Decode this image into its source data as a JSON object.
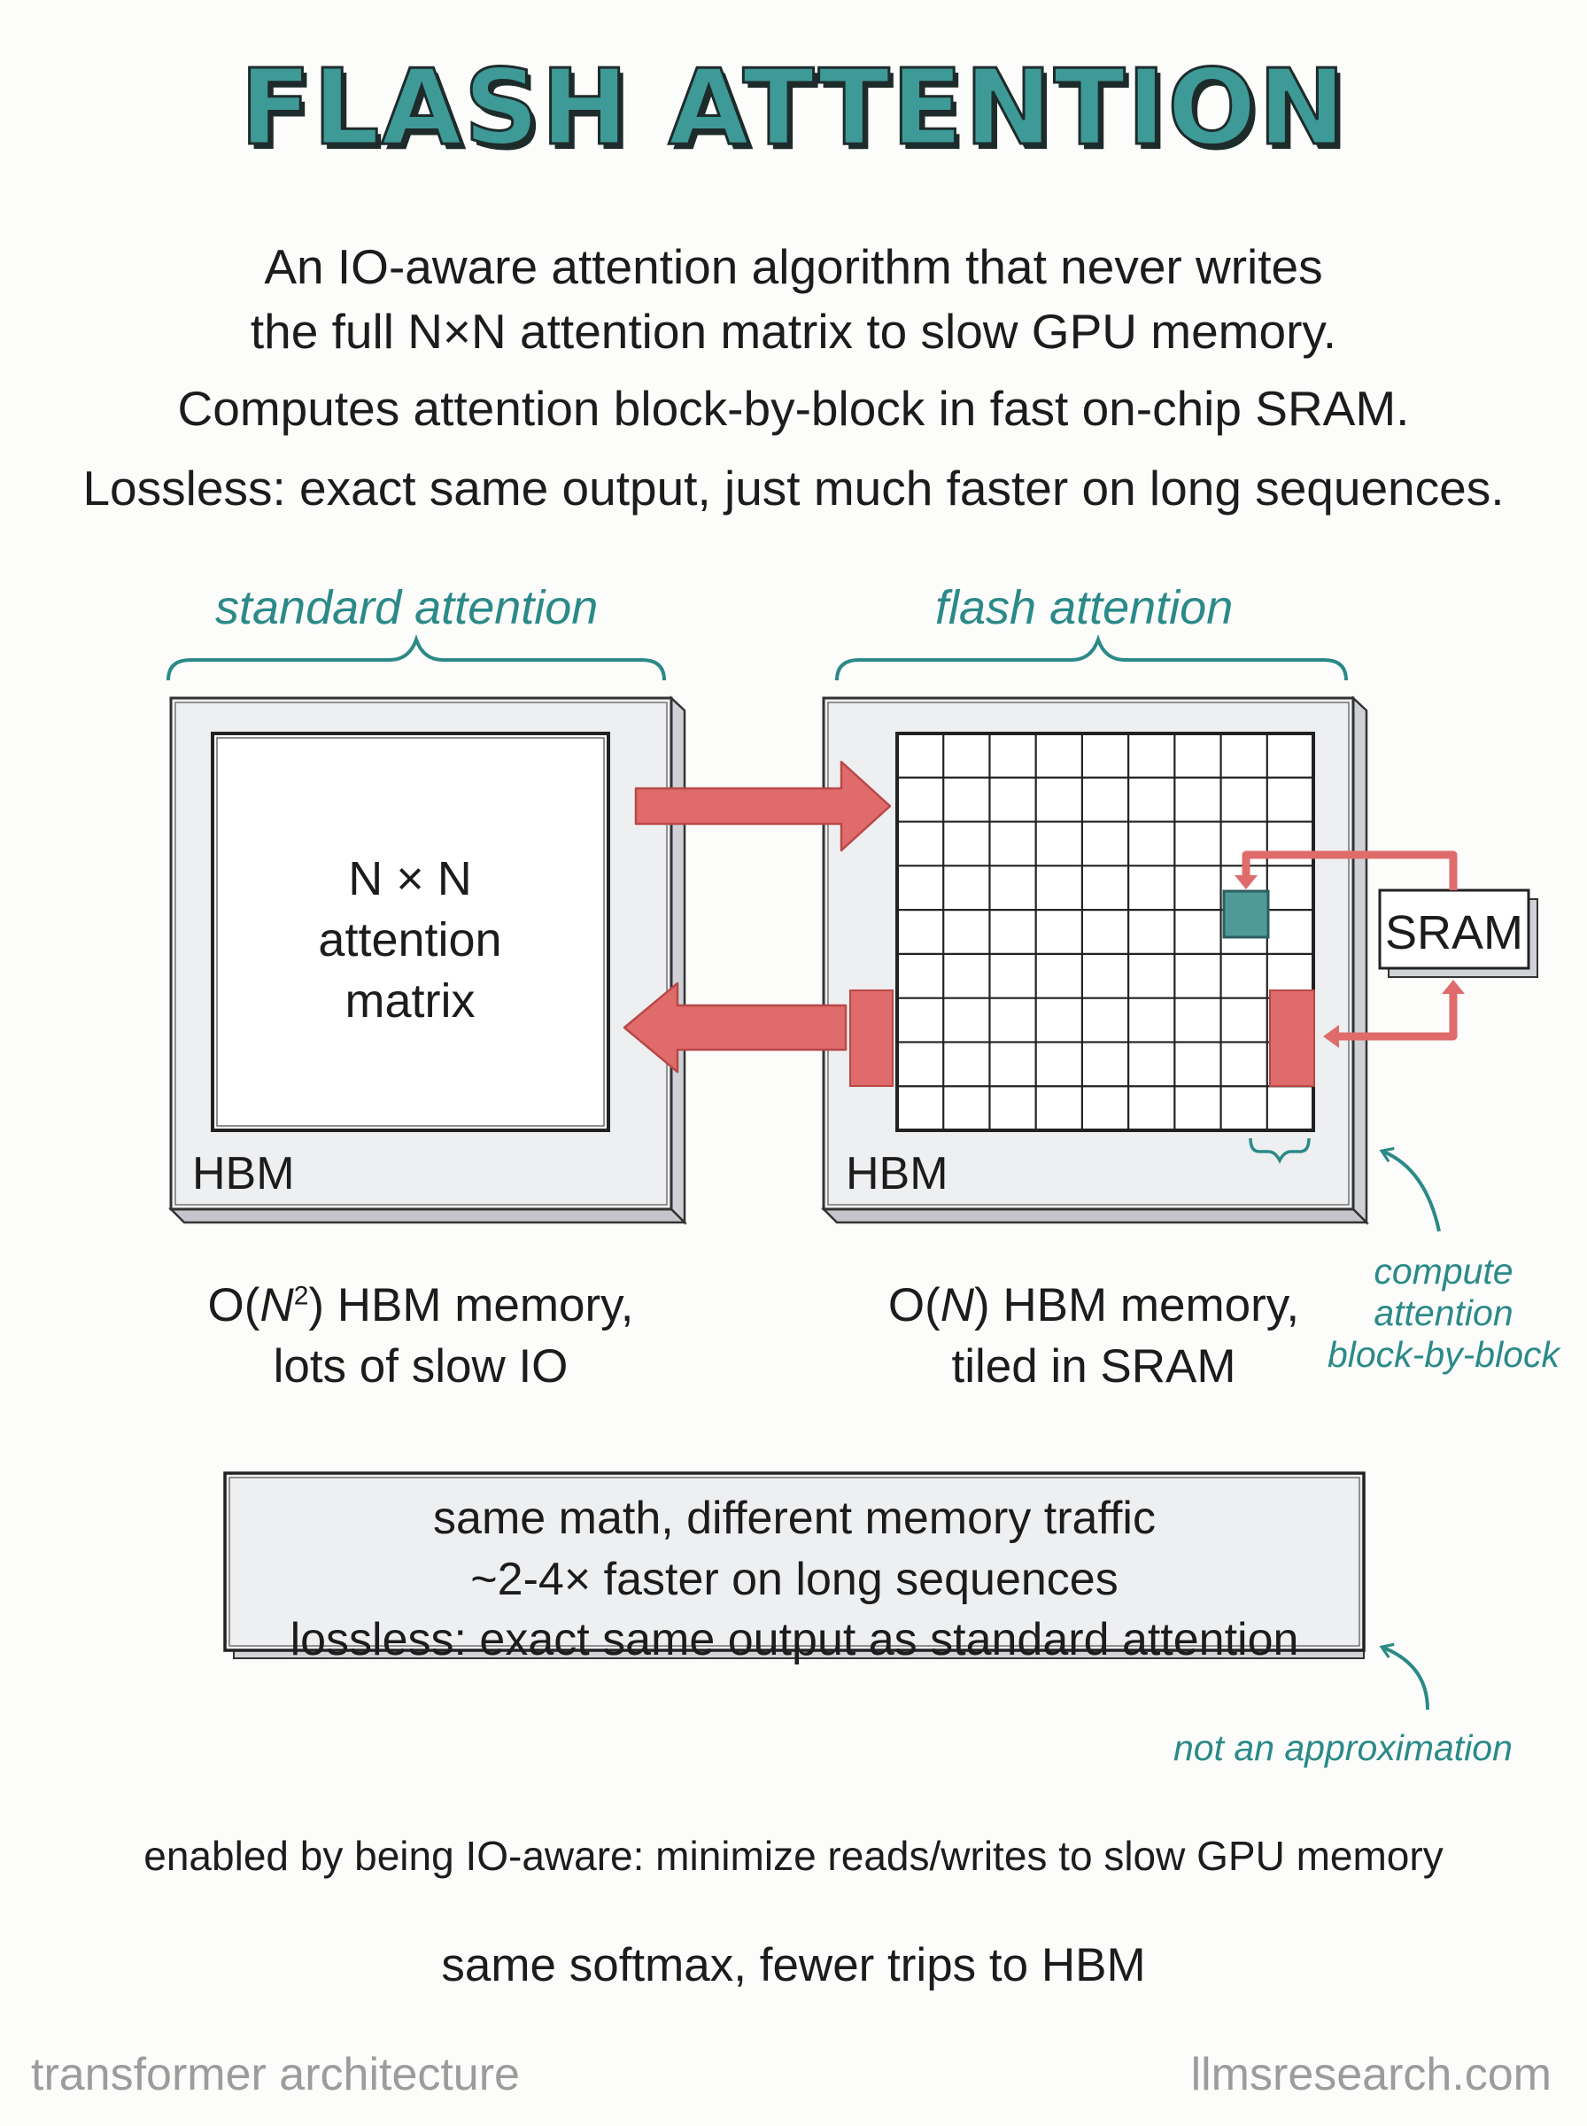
{
  "title": "FLASH ATTENTION",
  "intro": {
    "line1": "An IO-aware attention algorithm that never writes",
    "line2": "the full N×N attention matrix to slow GPU memory.",
    "line3": "Computes attention block-by-block in fast on-chip SRAM.",
    "line4": "Lossless: exact same output, just much faster on long sequences."
  },
  "standard": {
    "caption": "standard attention",
    "matrix_line1": "N × N",
    "matrix_line2": "attention",
    "matrix_line3": "matrix",
    "memory_label": "HBM",
    "desc_prefix": "O(",
    "desc_var": "N",
    "desc_sup": "2",
    "desc_suffix": ") HBM memory,",
    "desc_line2": "lots of slow IO"
  },
  "flash": {
    "caption": "flash attention",
    "memory_label": "HBM",
    "sram_label": "SRAM",
    "desc_prefix": "O(",
    "desc_var": "N",
    "desc_suffix": ") HBM memory,",
    "desc_line2": "tiled in SRAM",
    "note_line1": "compute",
    "note_line2": "attention",
    "note_line3": "block-by-block"
  },
  "summary": {
    "line1": "same math, different memory traffic",
    "line2": "~2-4× faster on long sequences",
    "line3": "lossless: exact same output as standard attention",
    "note": "not an approximation"
  },
  "footer": {
    "line1": "enabled by being IO-aware: minimize reads/writes to slow GPU memory",
    "line2": "same softmax, fewer trips to HBM"
  },
  "brand": {
    "left": "transformer architecture",
    "right": "llmsresearch.com"
  },
  "colors": {
    "accent": "#3e9a97",
    "arrow": "#e06b6b",
    "panel": "#eeeff1",
    "tile": "#4f9a97"
  }
}
